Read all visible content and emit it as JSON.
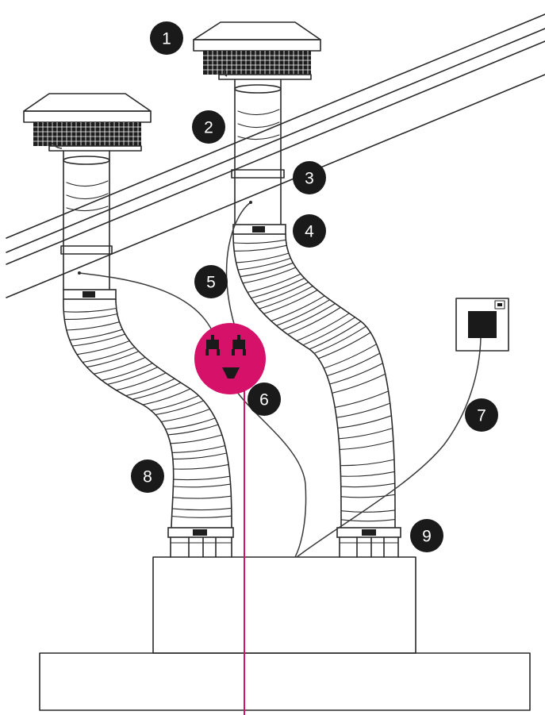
{
  "diagram": {
    "colors": {
      "line": "#2a2a2a",
      "badge": "#1a1a1a",
      "badge_text": "#ffffff",
      "accent": "#d6116a"
    },
    "callouts": [
      {
        "id": "1",
        "label": "1"
      },
      {
        "id": "2",
        "label": "2"
      },
      {
        "id": "3",
        "label": "3"
      },
      {
        "id": "4",
        "label": "4"
      },
      {
        "id": "5",
        "label": "5"
      },
      {
        "id": "6",
        "label": "6"
      },
      {
        "id": "7",
        "label": "7"
      },
      {
        "id": "8",
        "label": "8"
      },
      {
        "id": "9",
        "label": "9"
      }
    ],
    "icons": {
      "ventilator_left": "roof-ventilator-icon",
      "ventilator_right": "roof-ventilator-icon",
      "power_plugs": "power-plug-icon",
      "wall_switch": "wall-switch-icon"
    }
  }
}
